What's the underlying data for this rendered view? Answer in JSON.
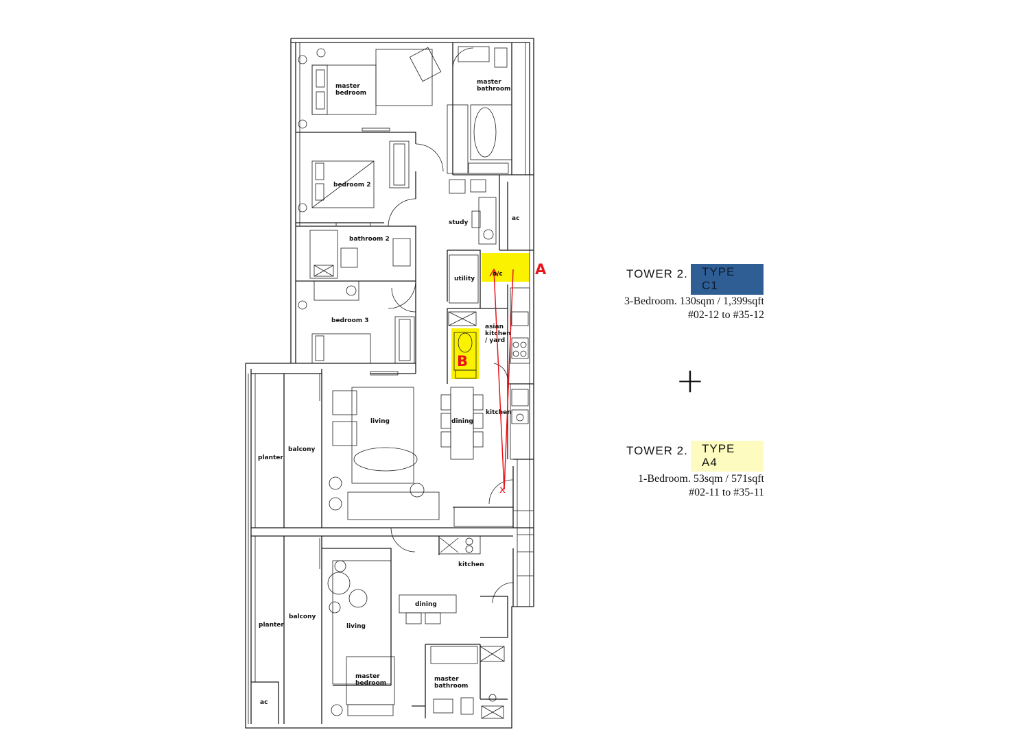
{
  "rooms": {
    "master_bedroom_c1": "master\nbedroom",
    "master_bathroom_c1": "master\nbathroom",
    "bedroom_2": "bedroom 2",
    "study": "study",
    "ac_top": "ac",
    "bathroom_2": "bathroom 2",
    "utility": "utility",
    "ac_yellow": "a/c",
    "bedroom_3": "bedroom 3",
    "asian_kitchen": "asian\nkitchen\n/ yard",
    "living_c1": "living",
    "dining_c1": "dining",
    "kitchen_c1": "kitchen",
    "planter_c1": "planter",
    "balcony_c1": "balcony",
    "kitchen_a4": "kitchen",
    "dining_a4": "dining",
    "living_a4": "living",
    "planter_a4": "planter",
    "balcony_a4": "balcony",
    "master_bedroom_a4": "master\nbedroom",
    "master_bathroom_a4": "master\nbathroom",
    "ac_bottom": "ac"
  },
  "markers": {
    "a": "A",
    "b": "B",
    "x": "x"
  },
  "legend": {
    "c1": {
      "tower": "TOWER 2.",
      "type": "TYPE C1",
      "desc": "3-Bedroom. 130sqm / 1,399sqft",
      "units": "#02-12 to #35-12",
      "badge_color": "#2f5e95"
    },
    "plus": "+",
    "a4": {
      "tower": "TOWER 2.",
      "type": "TYPE A4",
      "desc": "1-Bedroom. 53sqm / 571sqft",
      "units": "#02-11 to #35-11",
      "badge_color": "#fdfbc0"
    }
  },
  "colors": {
    "highlight": "#fbf200",
    "marker": "#e8141b",
    "route": "#e8141b"
  }
}
